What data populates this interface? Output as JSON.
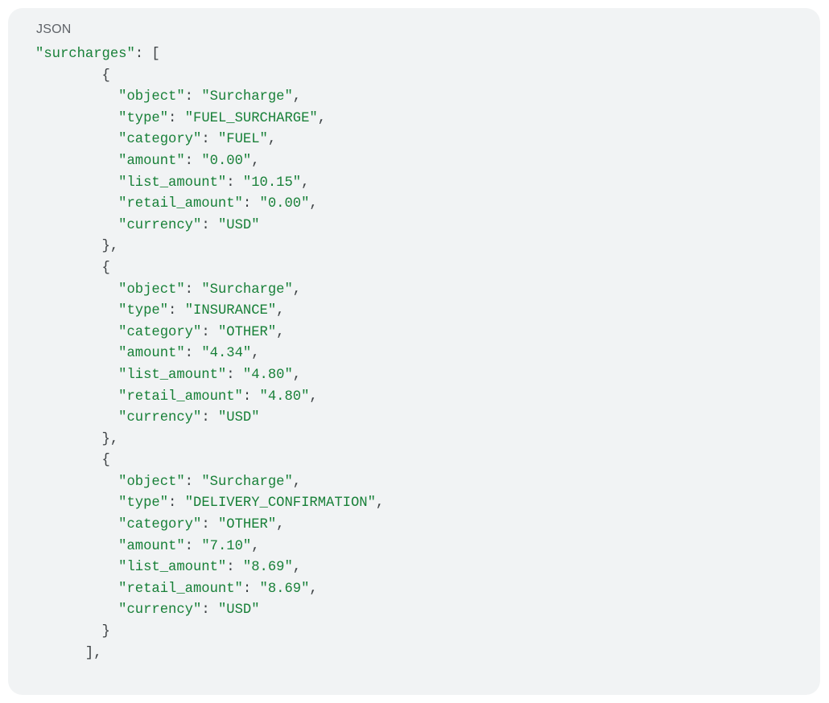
{
  "code_block": {
    "language_label": "JSON",
    "root_key": "surcharges",
    "items": [
      {
        "object": "Surcharge",
        "type": "FUEL_SURCHARGE",
        "category": "FUEL",
        "amount": "0.00",
        "list_amount": "10.15",
        "retail_amount": "0.00",
        "currency": "USD"
      },
      {
        "object": "Surcharge",
        "type": "INSURANCE",
        "category": "OTHER",
        "amount": "4.34",
        "list_amount": "4.80",
        "retail_amount": "4.80",
        "currency": "USD"
      },
      {
        "object": "Surcharge",
        "type": "DELIVERY_CONFIRMATION",
        "category": "OTHER",
        "amount": "7.10",
        "list_amount": "8.69",
        "retail_amount": "8.69",
        "currency": "USD"
      }
    ],
    "colors": {
      "background": "#f1f3f4",
      "string": "#188038",
      "punctuation": "#3c4043",
      "label": "#5f6368"
    }
  }
}
